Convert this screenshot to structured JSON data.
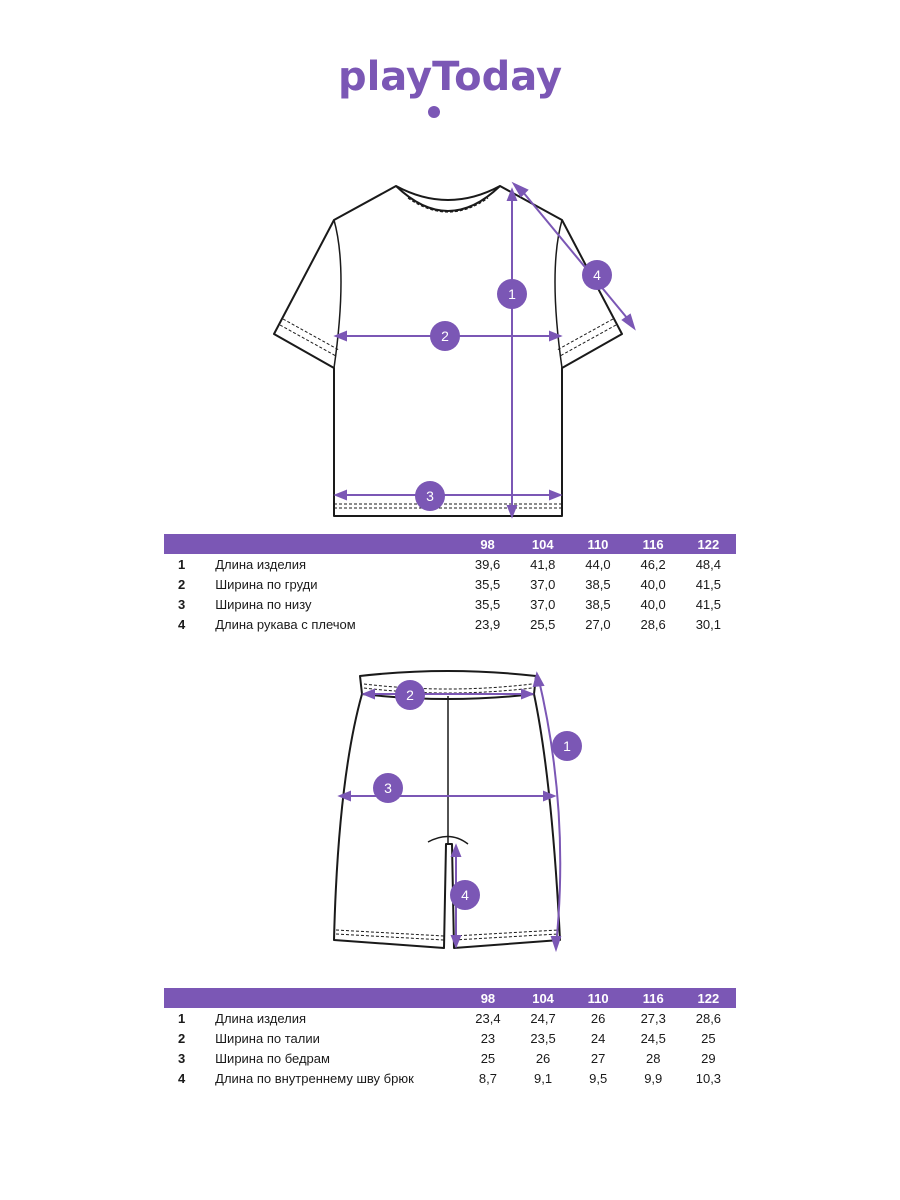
{
  "brand": {
    "logo_text": "playToday",
    "accent_color": "#7b57b5"
  },
  "shirt": {
    "markers": {
      "length": "1",
      "chest": "2",
      "hem": "3",
      "sleeve": "4"
    },
    "sizes": [
      "98",
      "104",
      "110",
      "116",
      "122"
    ],
    "rows": [
      {
        "num": "1",
        "label": "Длина изделия",
        "values": [
          "39,6",
          "41,8",
          "44,0",
          "46,2",
          "48,4"
        ]
      },
      {
        "num": "2",
        "label": "Ширина по груди",
        "values": [
          "35,5",
          "37,0",
          "38,5",
          "40,0",
          "41,5"
        ]
      },
      {
        "num": "3",
        "label": "Ширина по низу",
        "values": [
          "35,5",
          "37,0",
          "38,5",
          "40,0",
          "41,5"
        ]
      },
      {
        "num": "4",
        "label": "Длина рукава с плечом",
        "values": [
          "23,9",
          "25,5",
          "27,0",
          "28,6",
          "30,1"
        ]
      }
    ]
  },
  "shorts": {
    "markers": {
      "length": "1",
      "waist": "2",
      "hips": "3",
      "inseam": "4"
    },
    "sizes": [
      "98",
      "104",
      "110",
      "116",
      "122"
    ],
    "rows": [
      {
        "num": "1",
        "label": "Длина изделия",
        "values": [
          "23,4",
          "24,7",
          "26",
          "27,3",
          "28,6"
        ]
      },
      {
        "num": "2",
        "label": "Ширина по талии",
        "values": [
          "23",
          "23,5",
          "24",
          "24,5",
          "25"
        ]
      },
      {
        "num": "3",
        "label": "Ширина по бедрам",
        "values": [
          "25",
          "26",
          "27",
          "28",
          "29"
        ]
      },
      {
        "num": "4",
        "label": "Длина по внутреннему шву брюк",
        "values": [
          "8,7",
          "9,1",
          "9,5",
          "9,9",
          "10,3"
        ]
      }
    ]
  }
}
